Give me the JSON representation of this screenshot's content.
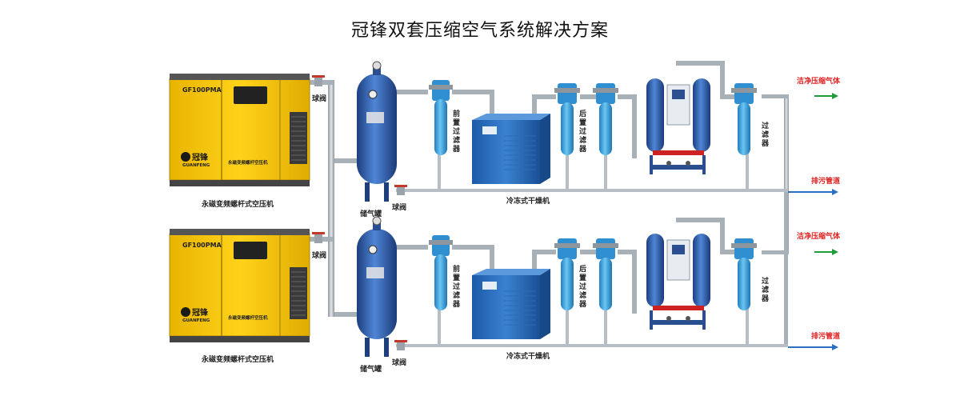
{
  "title": "冠锋双套压缩空气系统解决方案",
  "colors": {
    "compressor_body": "#F5C400",
    "tank": "#2E5FAF",
    "filter": "#3DA6E0",
    "pipe": "#A8B0B8",
    "clean_air_text": "#E02020",
    "clean_air_arrow": "#1E9E3A",
    "drain_text": "#E02020",
    "drain_arrow": "#2C6FC4"
  },
  "lines": [
    {
      "compressor": {
        "model": "GF100PMA",
        "brand": "冠锋",
        "brand_en": "GUANFENG",
        "panel_text": "永磁变频螺杆空压机",
        "caption": "永磁变频螺杆式空压机"
      },
      "valve_top_label": "球阀",
      "tank_label": "储气罐",
      "valve_bottom_label": "球阀",
      "pre_filter_label": "前置过滤器",
      "dryer_label": "冷冻式干燥机",
      "post_filter_label": "后置过滤器",
      "final_filter_label": "过滤器",
      "output_label": "洁净压缩气体",
      "drain_label": "排污管道"
    },
    {
      "compressor": {
        "model": "GF100PMA",
        "brand": "冠锋",
        "brand_en": "GUANFENG",
        "panel_text": "永磁变频螺杆空压机",
        "caption": "永磁变频螺杆式空压机"
      },
      "valve_top_label": "球阀",
      "tank_label": "储气罐",
      "valve_bottom_label": "球阀",
      "pre_filter_label": "前置过滤器",
      "dryer_label": "冷冻式干燥机",
      "post_filter_label": "后置过滤器",
      "final_filter_label": "过滤器",
      "output_label": "洁净压缩气体",
      "drain_label": "排污管道"
    }
  ]
}
